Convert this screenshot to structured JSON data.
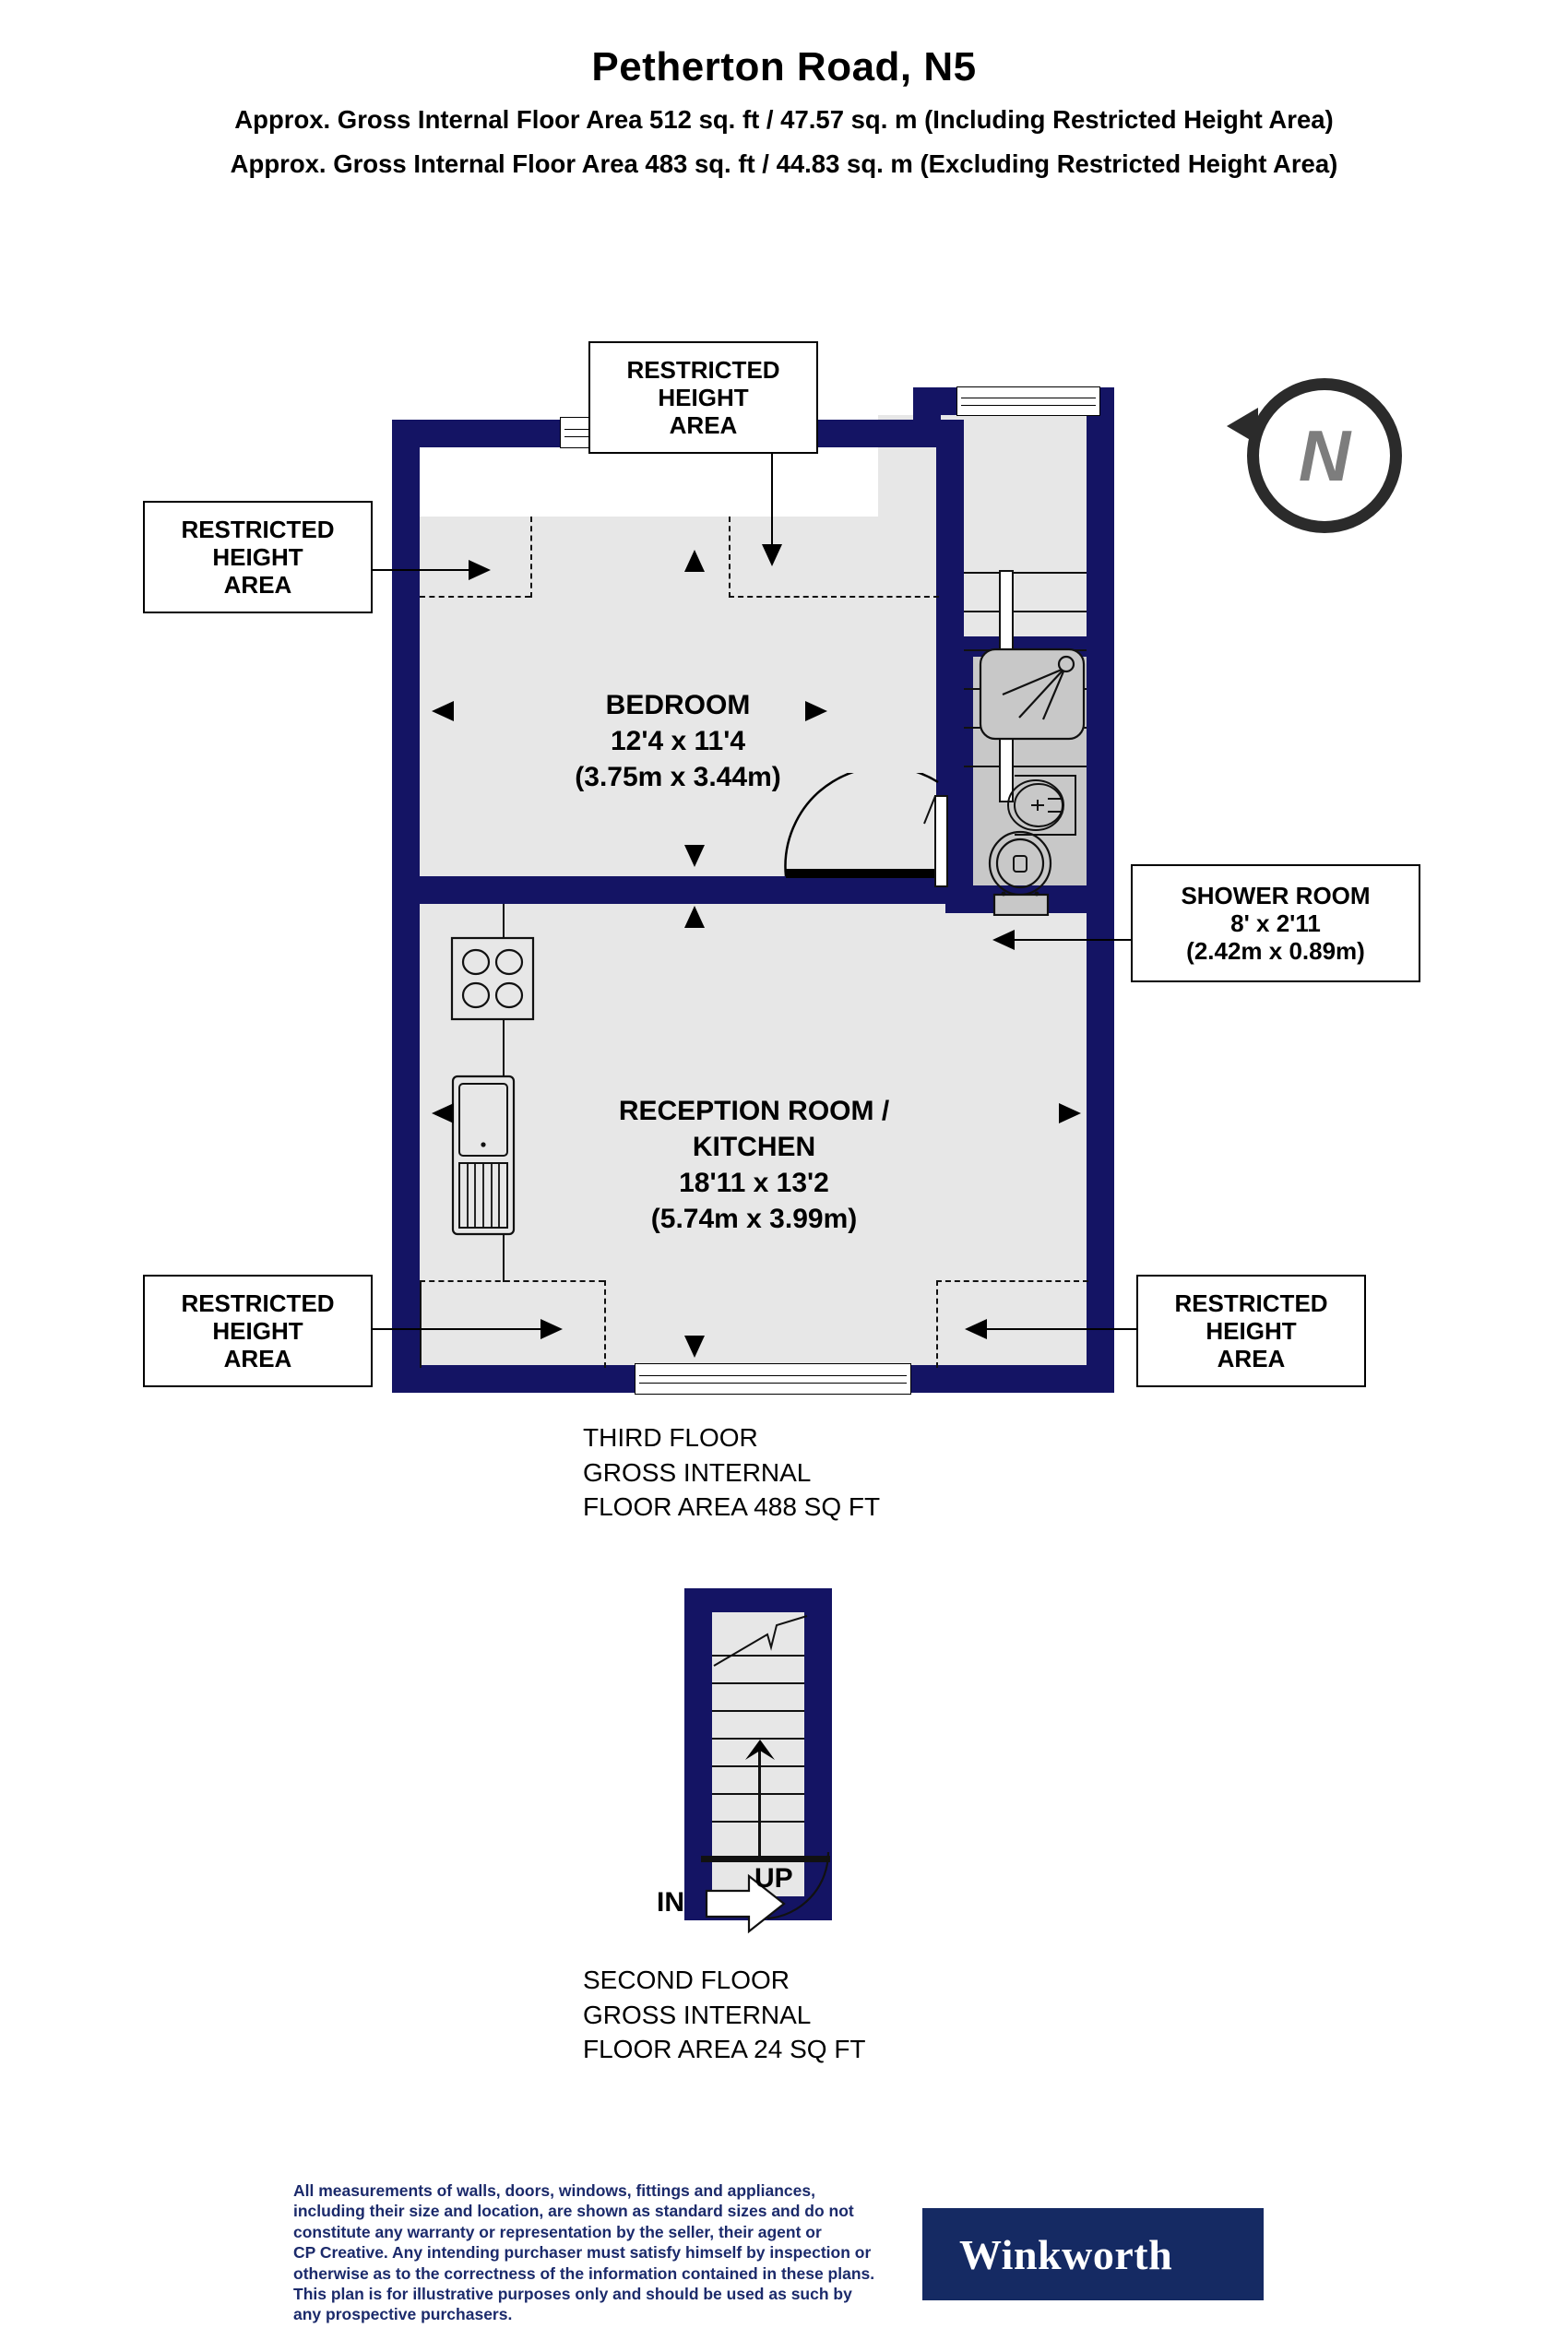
{
  "header": {
    "title": "Petherton Road, N5",
    "area_including": "Approx. Gross Internal Floor Area 512 sq. ft / 47.57 sq. m (Including Restricted Height Area)",
    "area_excluding": "Approx. Gross Internal Floor Area 483 sq. ft / 44.83 sq. m (Excluding Restricted Height Area)"
  },
  "compass": {
    "north_letter": "N"
  },
  "callouts": {
    "restricted_line1": "RESTRICTED",
    "restricted_line2": "HEIGHT",
    "restricted_line3": "AREA",
    "shower": {
      "name": "SHOWER ROOM",
      "dimensions_imperial": "8' x 2'11",
      "dimensions_metric": "(2.42m x 0.89m)"
    }
  },
  "rooms": {
    "bedroom": {
      "name": "BEDROOM",
      "dimensions_imperial": "12'4 x 11'4",
      "dimensions_metric": "(3.75m x 3.44m)"
    },
    "reception": {
      "name_line1": "RECEPTION ROOM /",
      "name_line2": "KITCHEN",
      "dimensions_imperial": "18'11 x 13'2",
      "dimensions_metric": "(5.74m x 3.99m)"
    }
  },
  "floors": {
    "third": {
      "line1": "THIRD FLOOR",
      "line2": "GROSS INTERNAL",
      "line3": "FLOOR AREA 488 SQ FT"
    },
    "second": {
      "line1": "SECOND FLOOR",
      "line2": "GROSS INTERNAL",
      "line3": "FLOOR AREA 24 SQ FT"
    }
  },
  "stair_markers": {
    "up": "UP",
    "in": "IN"
  },
  "footer": {
    "disclaimer_lines": [
      "All measurements of walls, doors, windows, fittings and appliances,",
      "including their size and location, are shown as standard sizes and do not",
      "constitute any warranty or representation by the seller, their agent or",
      "CP Creative. Any intending purchaser must satisfy himself by inspection or",
      "otherwise as to the correctness of the information contained in these plans.",
      "This plan is for illustrative purposes only and should be used as such by",
      "any prospective purchasers."
    ],
    "logo_text": "Winkworth"
  },
  "colors": {
    "wall_navy": "#141464",
    "floor_grey": "#e7e7e7",
    "shower_grey": "#c8c8c8",
    "logo_navy": "#152a63",
    "disclaimer_navy": "#1b2a6b"
  }
}
